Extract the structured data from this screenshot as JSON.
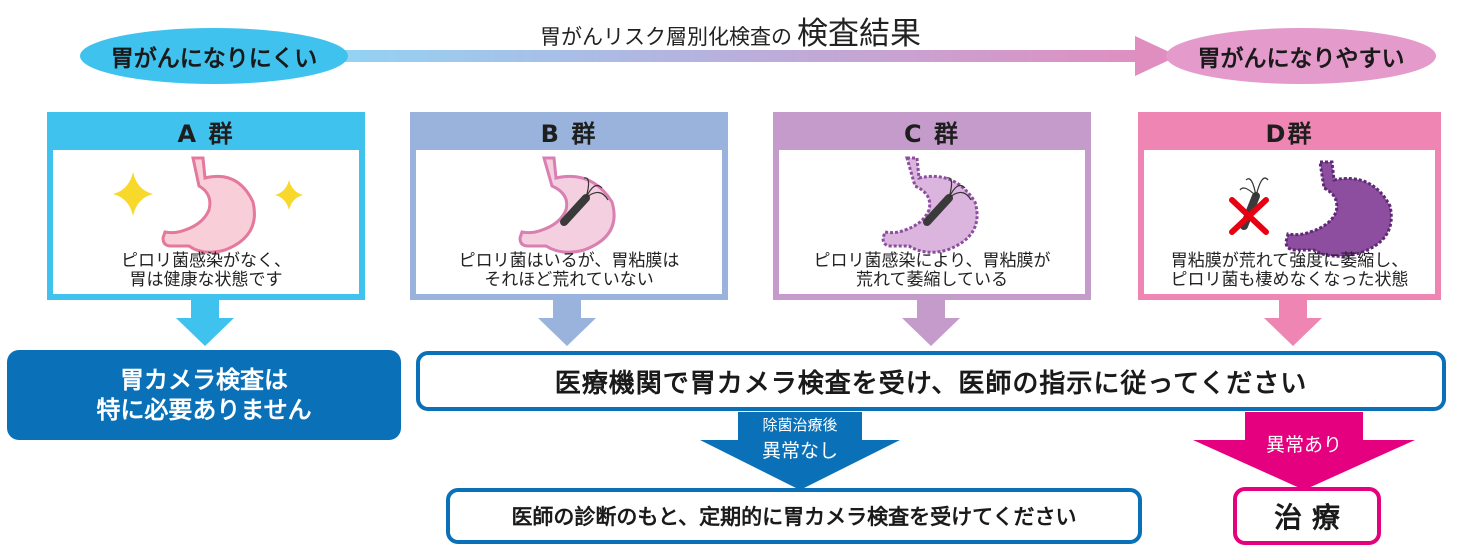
{
  "title": {
    "prefix": "胃がんリスク層別化検査の",
    "main": "検査結果"
  },
  "risk_scale": {
    "low_label": "胃がんになりにくい",
    "high_label": "胃がんになりやすい"
  },
  "groups": [
    {
      "name": "A 群",
      "desc_line1": "ピロリ菌感染がなく、",
      "desc_line2": "胃は健康な状態です"
    },
    {
      "name": "B 群",
      "desc_line1": "ピロリ菌はいるが、胃粘膜は",
      "desc_line2": "それほど荒れていない"
    },
    {
      "name": "C 群",
      "desc_line1": "ピロリ菌感染により、胃粘膜が",
      "desc_line2": "荒れて萎縮している"
    },
    {
      "name": "D群",
      "desc_line1": "胃粘膜が荒れて強度に萎縮し、",
      "desc_line2": "ピロリ菌も棲めなくなった状態"
    }
  ],
  "results": {
    "no_need_line1": "胃カメラ検査は",
    "no_need_line2": "特に必要ありません",
    "consult": "医療機関で胃カメラ検査を受け、医師の指示に従ってください",
    "after_eradication_line1": "除菌治療後",
    "after_eradication_line2": "異常なし",
    "regular_check": "医師の診断のもと、定期的に胃カメラ検査を受けてください",
    "abnormal": "異常あり",
    "treatment": "治 療"
  },
  "colors": {
    "group_a": "#3fc3ee",
    "group_b": "#9ab3dd",
    "group_c": "#c49bca",
    "group_d": "#ef85b3",
    "blue_dark": "#0a71b8",
    "magenta": "#e4007f"
  }
}
